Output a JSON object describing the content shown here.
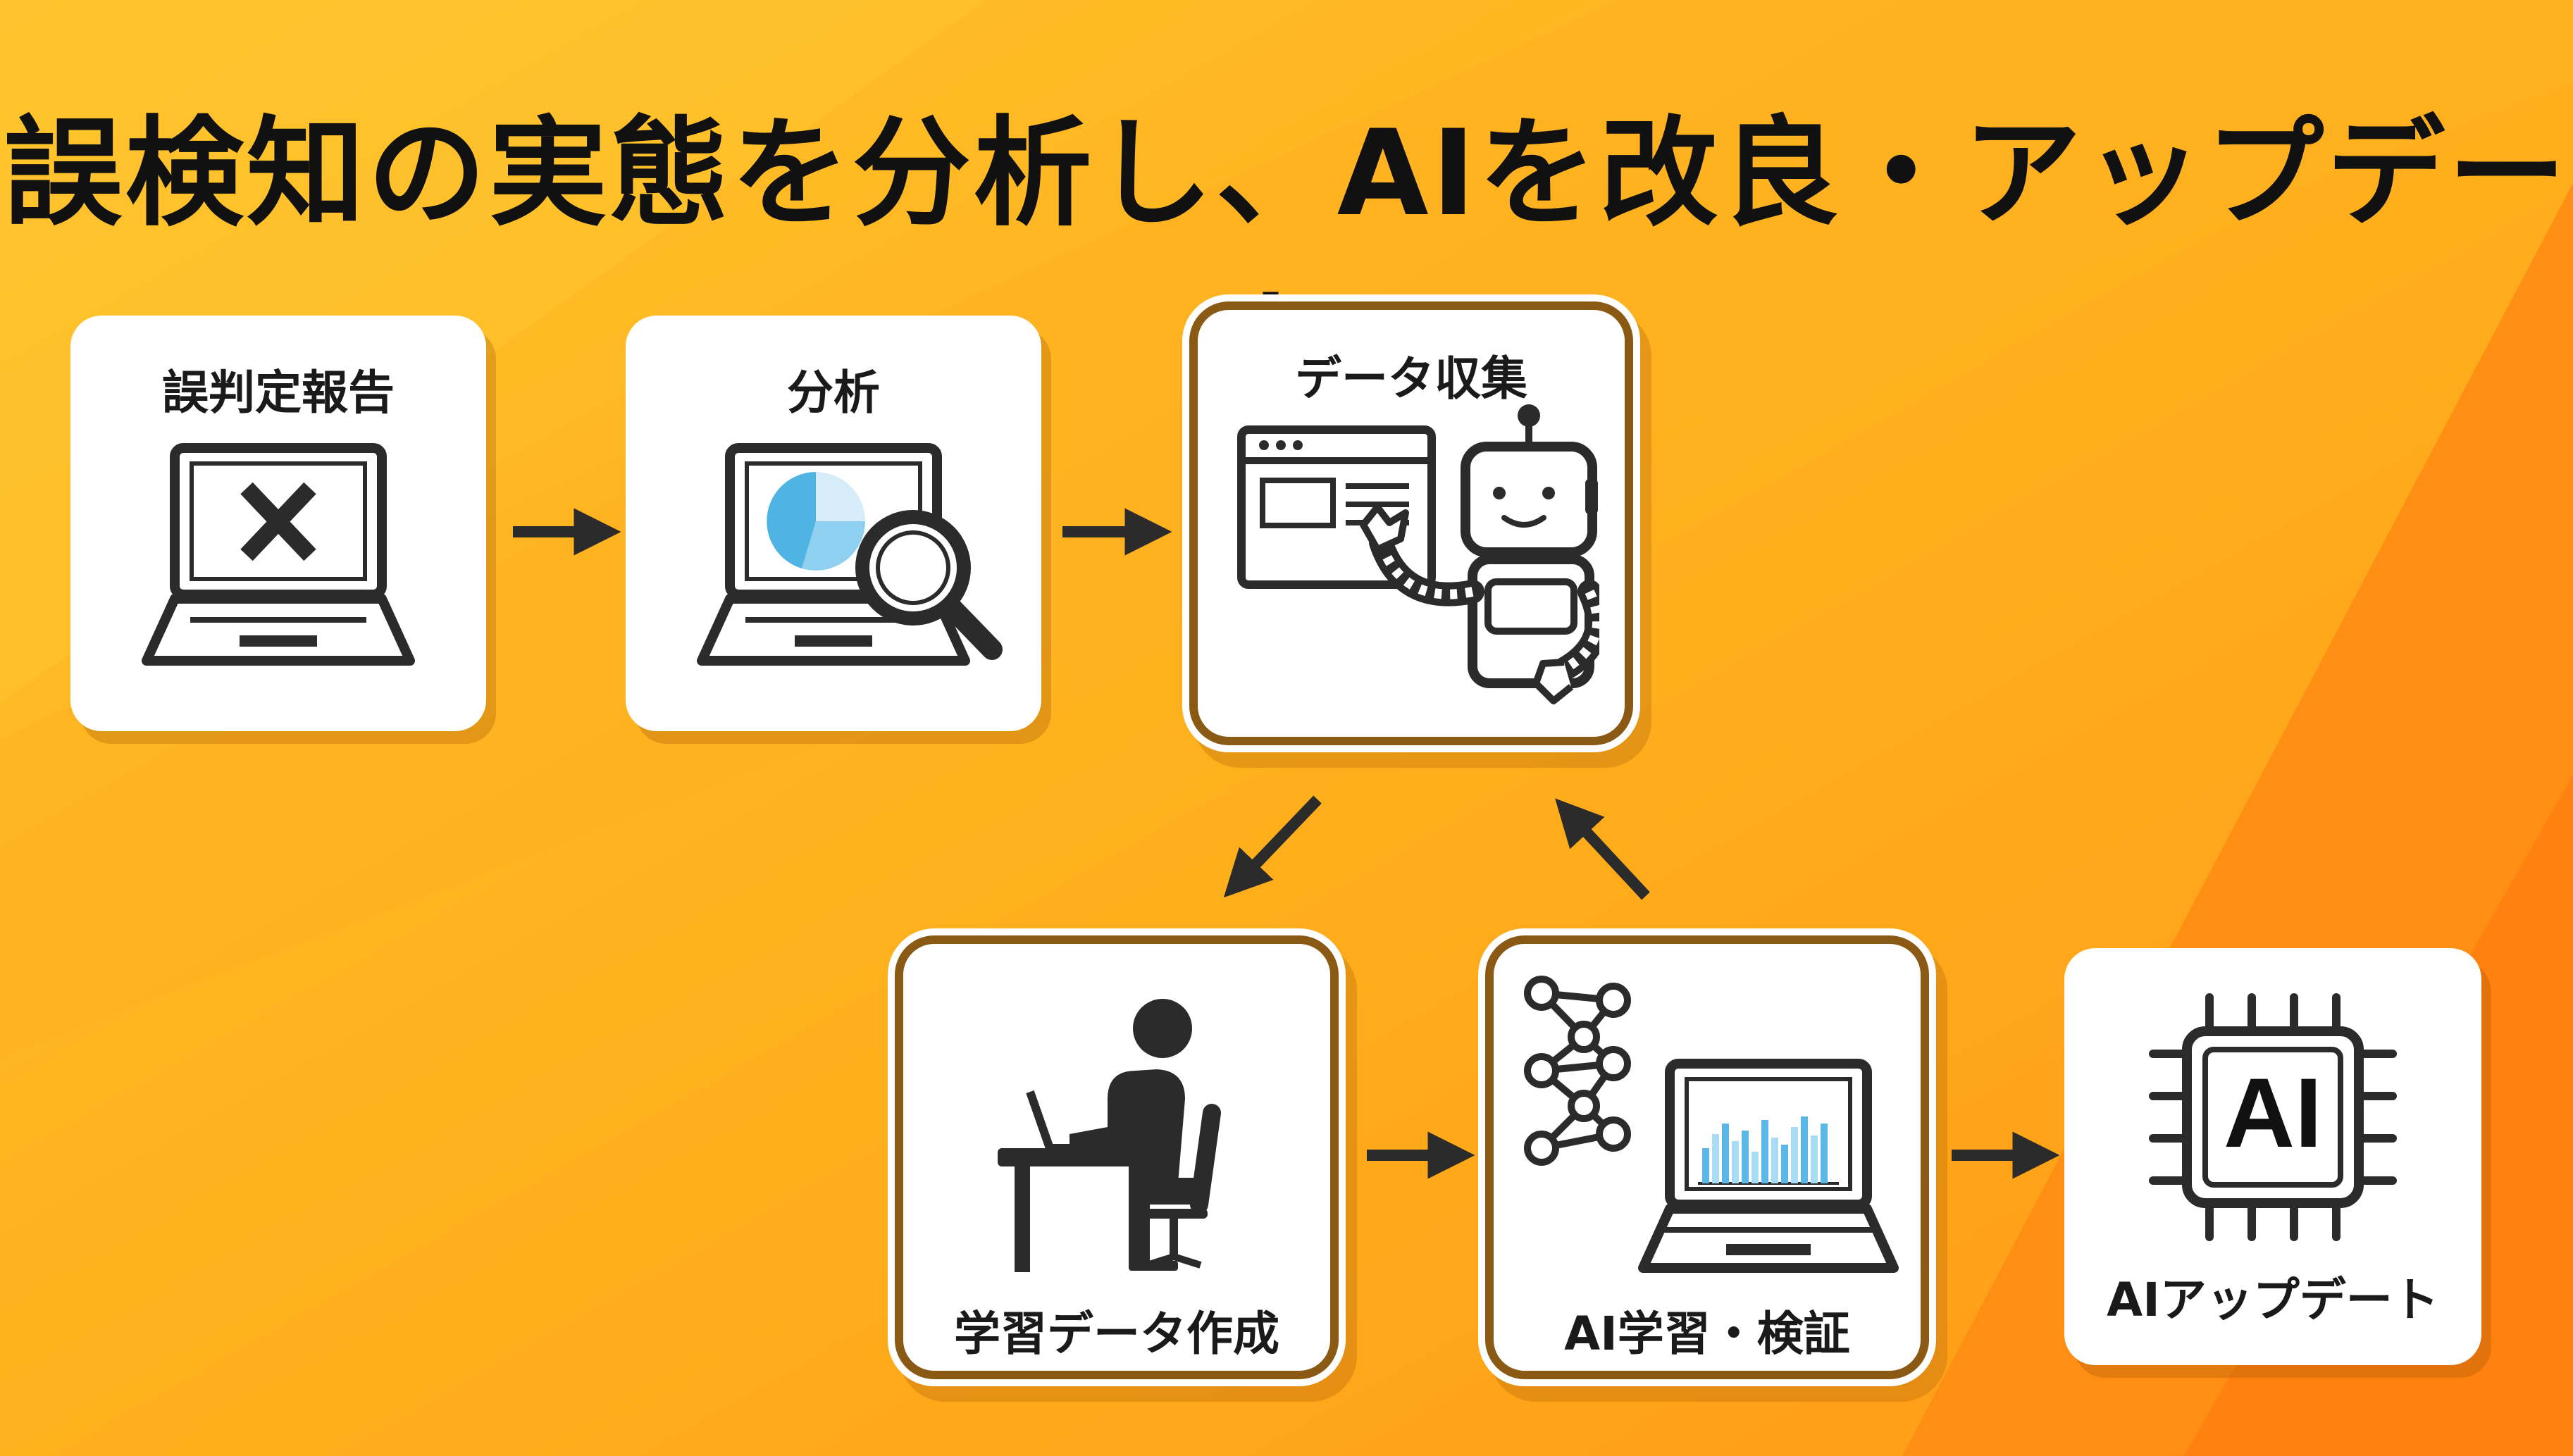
{
  "title": "誤検知の実態を分析し、AIを改良・アップデート",
  "colors": {
    "background_light": "#ffbd24",
    "background_mid": "#ffac18",
    "background_dark": "#ff8a14",
    "card": "#ffffff",
    "frame": "#8a5a14",
    "ink": "#2b2b2b",
    "chart_blue": "#5bb8e6",
    "chart_light_blue": "#a8dcf3"
  },
  "steps": [
    {
      "id": "report",
      "label": "誤判定報告",
      "icon": "laptop-x-icon",
      "highlighted": false
    },
    {
      "id": "analysis",
      "label": "分析",
      "icon": "laptop-magnifier-pie-chart-icon",
      "highlighted": false
    },
    {
      "id": "data-collection",
      "label": "データ収集",
      "icon": "robot-browser-icon",
      "highlighted": true
    },
    {
      "id": "training-data",
      "label": "学習データ作成",
      "icon": "person-at-desk-icon",
      "highlighted": true
    },
    {
      "id": "ai-training",
      "label": "AI学習・検証",
      "icon": "neural-network-laptop-icon",
      "highlighted": true
    },
    {
      "id": "ai-update",
      "label": "AIアップデート",
      "icon": "ai-chip-icon",
      "highlighted": false
    }
  ],
  "chip_text": "AI"
}
